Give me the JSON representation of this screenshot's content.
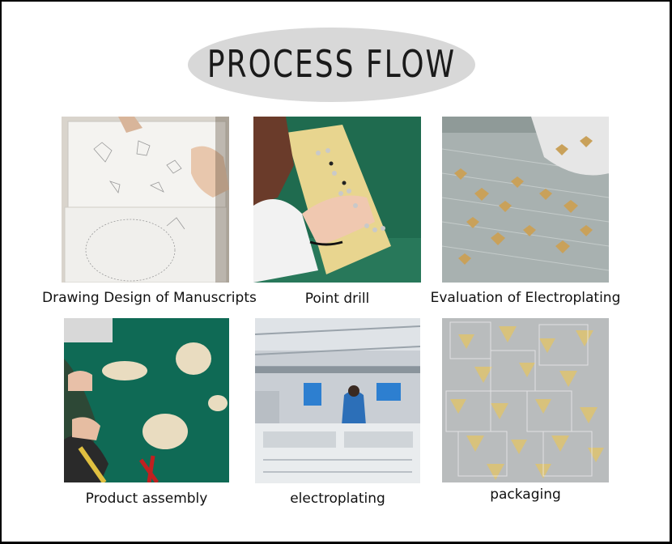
{
  "title": "PROCESS FLOW",
  "steps": [
    {
      "caption": "Drawing Design of Manuscripts"
    },
    {
      "caption": "Point drill"
    },
    {
      "caption": "Evaluation of Electroplating"
    },
    {
      "caption": "Product assembly"
    },
    {
      "caption": "electroplating"
    },
    {
      "caption": "packaging"
    }
  ]
}
